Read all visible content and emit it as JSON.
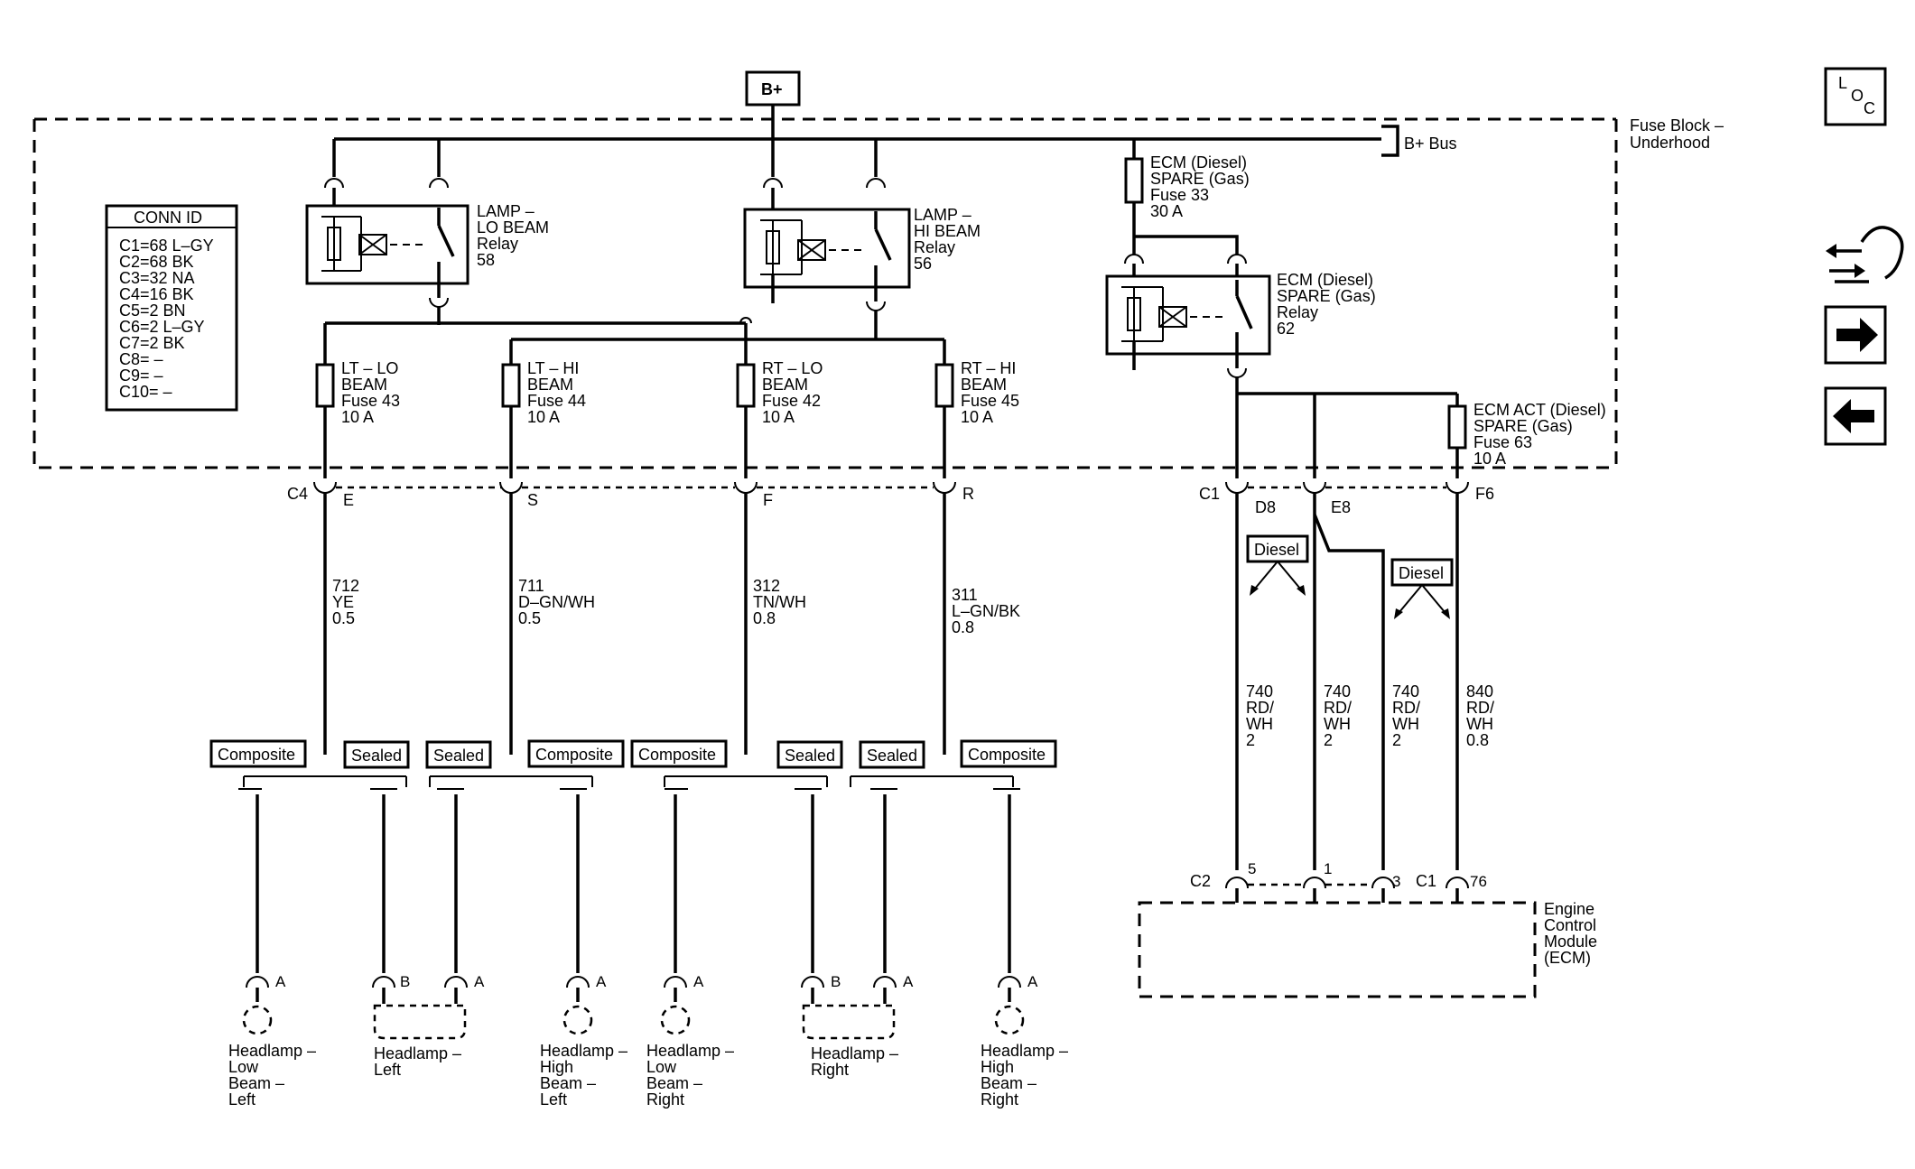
{
  "bplus": "B+",
  "bbus": "B+ Bus",
  "fuse_block": [
    "Fuse Block –",
    "Underhood"
  ],
  "conn_id": {
    "title": "CONN ID",
    "rows": [
      "C1=68 L–GY",
      "C2=68 BK",
      "C3=32 NA",
      "C4=16 BK",
      "C5=2 BN",
      "C6=2 L–GY",
      "C7=2 BK",
      "C8= –",
      "C9= –",
      "C10= –"
    ]
  },
  "relays": {
    "lo": [
      "LAMP –",
      "LO BEAM",
      "Relay",
      "58"
    ],
    "hi": [
      "LAMP –",
      "HI BEAM",
      "Relay",
      "56"
    ],
    "ecm": [
      "ECM (Diesel)",
      "SPARE (Gas)",
      "Relay",
      "62"
    ]
  },
  "fuses": {
    "f33": [
      "ECM (Diesel)",
      "SPARE (Gas)",
      "Fuse 33",
      "30 A"
    ],
    "f43": [
      "LT – LO",
      "BEAM",
      "Fuse 43",
      "10 A"
    ],
    "f44": [
      "LT – HI",
      "BEAM",
      "Fuse 44",
      "10 A"
    ],
    "f42": [
      "RT – LO",
      "BEAM",
      "Fuse 42",
      "10 A"
    ],
    "f45": [
      "RT – HI",
      "BEAM",
      "Fuse 45",
      "10 A"
    ],
    "f63": [
      "ECM ACT (Diesel)",
      "SPARE (Gas)",
      "Fuse 63",
      "10 A"
    ]
  },
  "connectors": {
    "c4": "C4",
    "c4_e": "E",
    "c4_s": "S",
    "c4_f": "F",
    "c4_r": "R",
    "c1": "C1",
    "c1_d8": "D8",
    "c1_e8": "E8",
    "c1_f6": "F6",
    "ecm_c2": "C2",
    "ecm_c2_5": "5",
    "ecm_c2_1": "1",
    "ecm_c2_3": "3",
    "ecm_c1": "C1",
    "ecm_c1_76": "76"
  },
  "wires": {
    "w712": [
      "712",
      "YE",
      "0.5"
    ],
    "w711": [
      "711",
      "D–GN/WH",
      "0.5"
    ],
    "w312": [
      "312",
      "TN/WH",
      "0.8"
    ],
    "w311": [
      "311",
      "L–GN/BK",
      "0.8"
    ],
    "w740a": [
      "740",
      "RD/",
      "WH",
      "2"
    ],
    "w740b": [
      "740",
      "RD/",
      "WH",
      "2"
    ],
    "w740c": [
      "740",
      "RD/",
      "WH",
      "2"
    ],
    "w840": [
      "840",
      "RD/",
      "WH",
      "0.8"
    ]
  },
  "diesel": "Diesel",
  "options": {
    "composite": "Composite",
    "sealed": "Sealed"
  },
  "pins": {
    "a": "A",
    "b": "B"
  },
  "lamps": {
    "lo_left": [
      "Headlamp –",
      "Low",
      "Beam –",
      "Left"
    ],
    "left": [
      "Headlamp –",
      "Left"
    ],
    "hi_left": [
      "Headlamp –",
      "High",
      "Beam –",
      "Left"
    ],
    "lo_right": [
      "Headlamp –",
      "Low",
      "Beam –",
      "Right"
    ],
    "right": [
      "Headlamp –",
      "Right"
    ],
    "hi_right": [
      "Headlamp –",
      "High",
      "Beam –",
      "Right"
    ]
  },
  "ecm": [
    "Engine",
    "Control",
    "Module",
    "(ECM)"
  ],
  "nav": {
    "loc": [
      "L",
      "O",
      "C"
    ]
  }
}
